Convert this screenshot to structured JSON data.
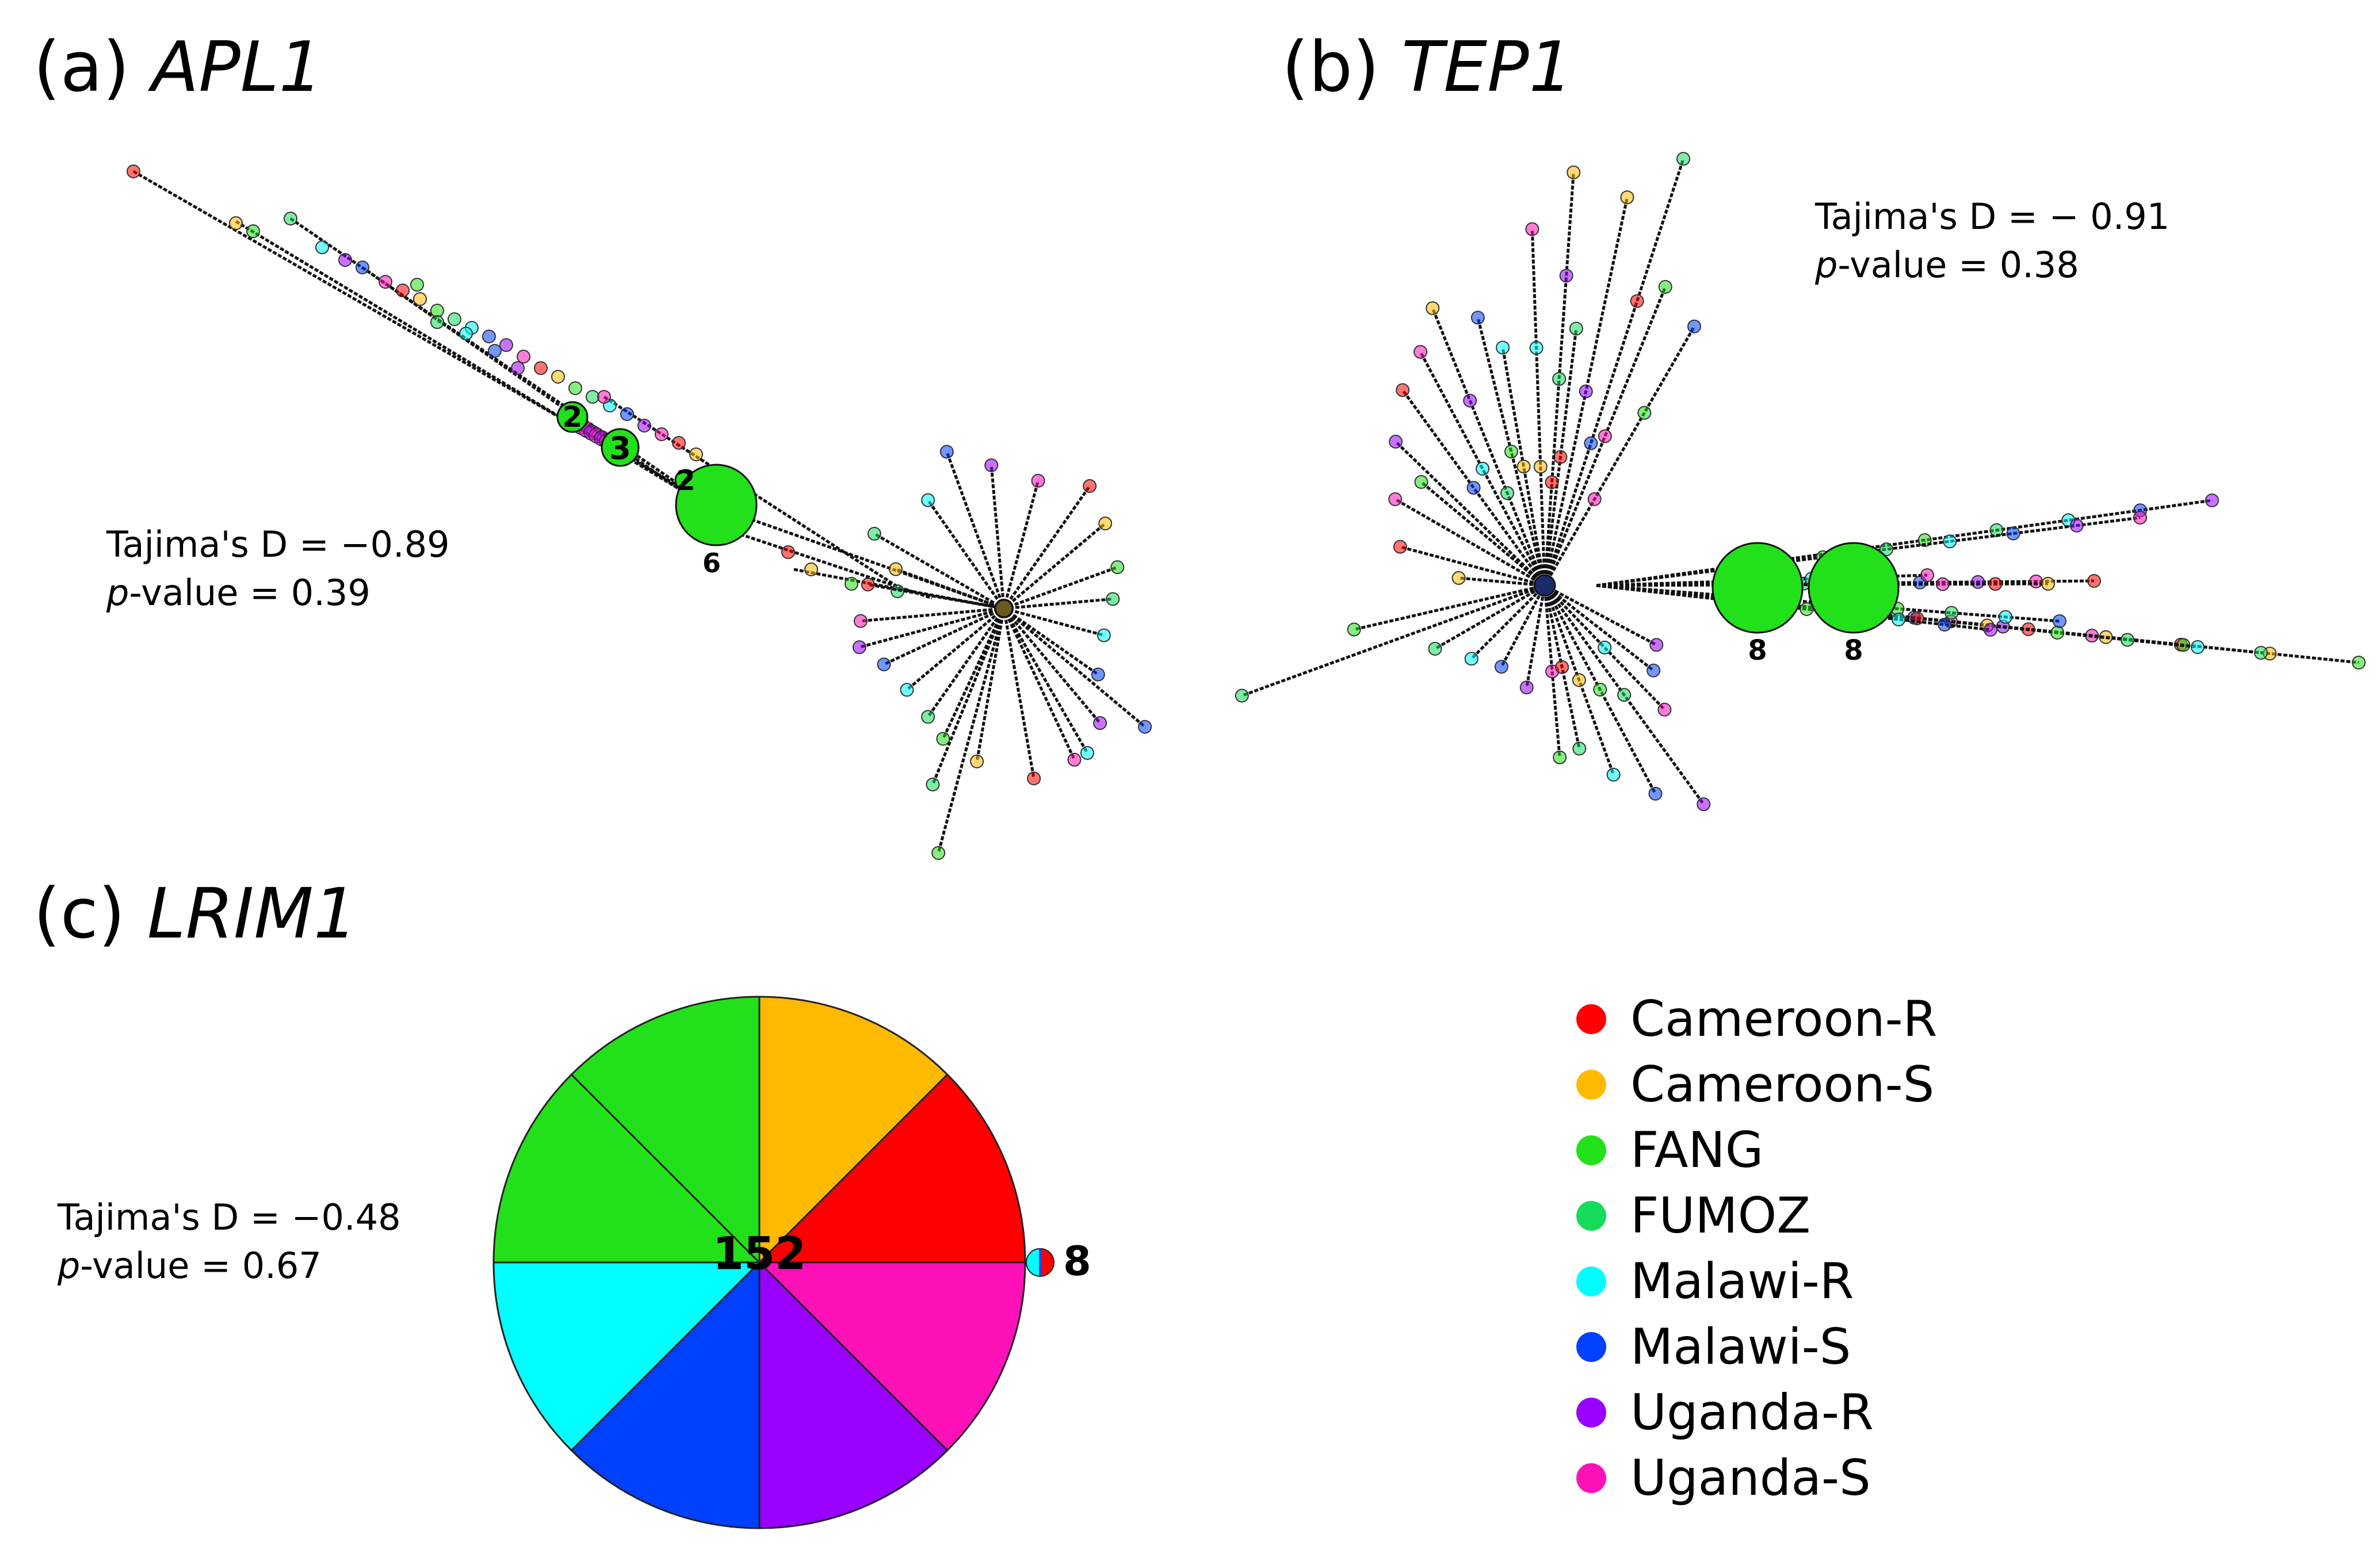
{
  "panels": {
    "a": {
      "label": "(a) ",
      "gene": "APL1",
      "stat_line1": "Tajima's D = −0.89",
      "stat_p_word": "p",
      "stat_line2_rest": "-value = 0.39",
      "node_counts": [
        "2",
        "3",
        "2",
        "6"
      ]
    },
    "b": {
      "label": "(b) ",
      "gene": "TEP1",
      "stat_line1": "Tajima's D = − 0.91",
      "stat_p_word": "p",
      "stat_line2_rest": "-value = 0.38",
      "node_counts": [
        "8",
        "8"
      ]
    },
    "c": {
      "label": "(c) ",
      "gene": "LRIM1",
      "stat_line1": "Tajima's D = −0.48",
      "stat_p_word": "p",
      "stat_line2_rest": "-value = 0.67",
      "central_count": "152",
      "side_count": "8"
    }
  },
  "legend": [
    {
      "label": "Cameroon-R",
      "color": "#ff0000"
    },
    {
      "label": "Cameroon-S",
      "color": "#ffb900"
    },
    {
      "label": "FANG",
      "color": "#22e01a"
    },
    {
      "label": "FUMOZ",
      "color": "#14dc5a"
    },
    {
      "label": "Malawi-R",
      "color": "#00ffff"
    },
    {
      "label": "Malawi-S",
      "color": "#0040ff"
    },
    {
      "label": "Uganda-R",
      "color": "#9900ff"
    },
    {
      "label": "Uganda-S",
      "color": "#ff11b8"
    }
  ],
  "chart_data": {
    "type": "pie",
    "title": "LRIM1",
    "categories": [
      "Cameroon-R",
      "Cameroon-S",
      "FANG",
      "FUMOZ",
      "Malawi-R",
      "Malawi-S",
      "Uganda-R",
      "Uganda-S"
    ],
    "values": [
      19,
      19,
      19,
      19,
      19,
      19,
      19,
      19
    ],
    "total": 152
  }
}
